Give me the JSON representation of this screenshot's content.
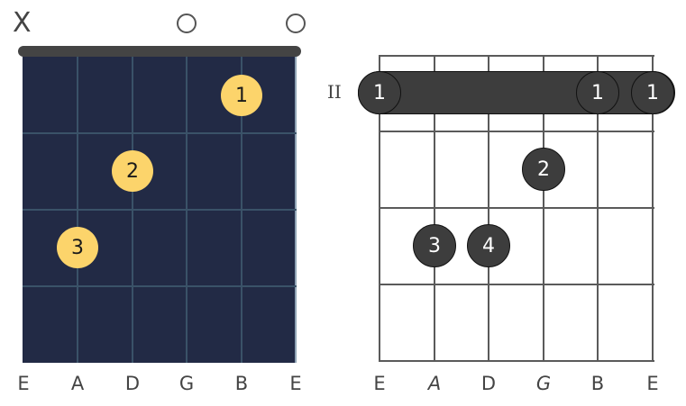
{
  "colors": {
    "left_board": "#222a45",
    "left_lines": "#3a5268",
    "finger_yellow": "#fcd46b",
    "finger_dark": "#3d3d3d",
    "right_lines": "#5a5a5a"
  },
  "left_diagram": {
    "string_markers": {
      "low_e": "X",
      "g": "open-circle",
      "high_e": "open-circle"
    },
    "mute_symbol": "X",
    "fingers": [
      {
        "string": "B",
        "fret": 1,
        "label": "1"
      },
      {
        "string": "D",
        "fret": 2,
        "label": "2"
      },
      {
        "string": "A",
        "fret": 3,
        "label": "3"
      }
    ],
    "string_labels": [
      "E",
      "A",
      "D",
      "G",
      "B",
      "E"
    ]
  },
  "right_diagram": {
    "start_fret": "II",
    "barre": {
      "fret": 1,
      "from_string": "E",
      "to_string": "E",
      "labels": [
        "1",
        "1",
        "1"
      ]
    },
    "fingers": [
      {
        "string": "G",
        "fret": 2,
        "label": "2"
      },
      {
        "string": "A",
        "fret": 3,
        "label": "3"
      },
      {
        "string": "D",
        "fret": 3,
        "label": "4"
      }
    ],
    "string_labels": [
      "E",
      "A",
      "D",
      "G",
      "B",
      "E"
    ]
  }
}
